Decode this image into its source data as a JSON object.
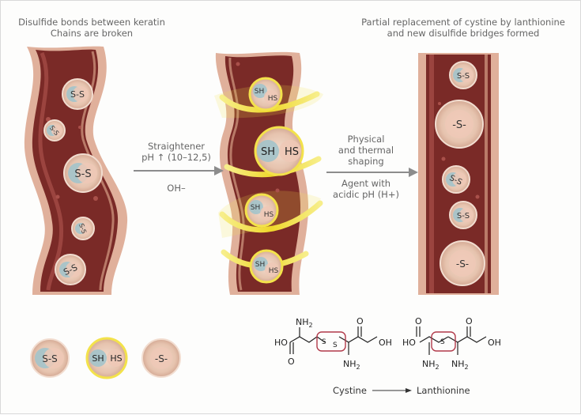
{
  "captions": {
    "left_line1": "Disulfide bonds between keratin",
    "left_line2": "Chains are broken",
    "right_line1": "Partial replacement of cystine by lanthionine",
    "right_line2": "and new disulfide bridges formed"
  },
  "step1": {
    "line1": "Straightener",
    "line2": "pH ↑ (10–12,5)",
    "line3": "OH–"
  },
  "step2": {
    "line1": "Physical",
    "line2": "and thermal",
    "line3": "shaping",
    "line4": "Agent with",
    "line5": "acidic pH (H+)"
  },
  "labels": {
    "ss": "S-S",
    "sh": "SH",
    "hs": "HS",
    "s_single": "-S-"
  },
  "chemistry": {
    "ho": "HO",
    "oh": "OH",
    "o": "O",
    "nh2": "NH",
    "sub2": "2",
    "s": "S",
    "cystine": "Cystine",
    "lanthionine": "Lanthionine"
  },
  "colors": {
    "fiber_dark": "#7a2a27",
    "fiber_mid": "#a9504a",
    "fiber_light": "#d9a791",
    "bond_ring": "#e7c9b6",
    "bond_blue": "#9fc3cb",
    "bond_pink": "#efc8b6",
    "agent_yellow": "#f3e24b",
    "arrow_gray": "#8c8c8c",
    "bracket_red": "#b13a4a"
  }
}
